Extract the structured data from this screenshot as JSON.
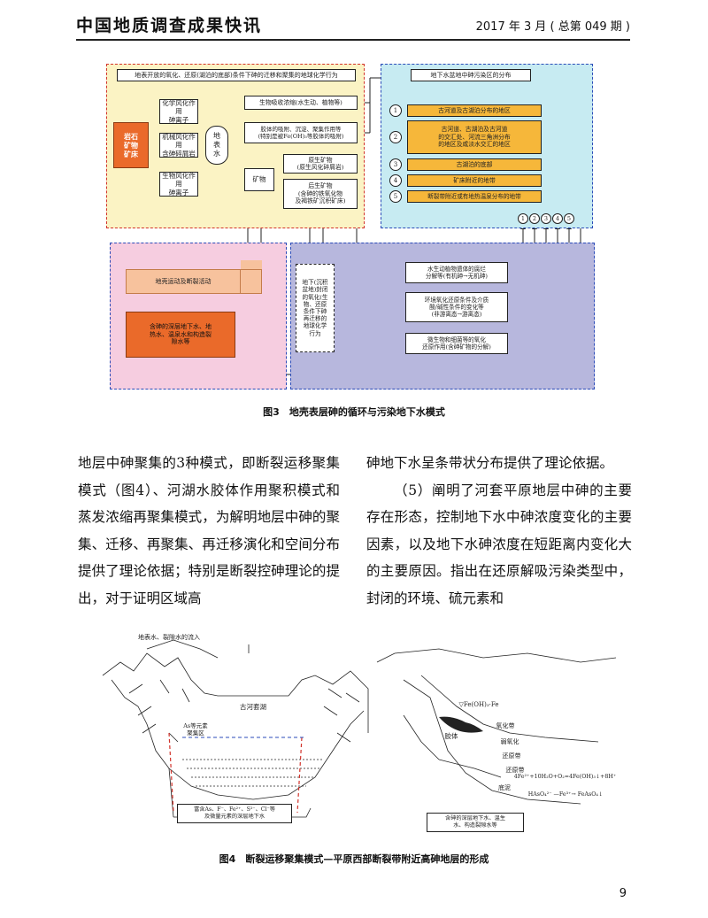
{
  "header": {
    "title": "中国地质调查成果快讯",
    "issue": "2017 年 3 月 ( 总第 049 期 )"
  },
  "figure3": {
    "caption": "图3　地壳表层砷的循环与污染地下水模式",
    "top_left_title": "地表开放的氧化、还原(湖泊的底部)条件下砷的迁移和聚集的地球化学行为",
    "source_box": "岩石\n矿物\n矿床",
    "weathering": [
      {
        "process": "化学风化作用",
        "product": "砷离子"
      },
      {
        "process": "机械风化作用",
        "product": "含砷碎屑岩"
      },
      {
        "process": "生物风化作用",
        "product": "砷离子"
      }
    ],
    "surface_water": "地\n表\n水",
    "uptake": "生物吸收浓缩(水生动、植物等)",
    "adsorption": "胶体的吸附、沉淀、聚集作用等\n(特别是被Fe(OH)₃等胶体的吸附)",
    "mineral": "矿物",
    "primary_mineral": "原生矿物\n(原生风化碎屑岩)",
    "secondary_mineral": "后生矿物\n(含砷的铁氧化物\n及褐铁矿沉积矿床)",
    "distribution_title": "地下水盆地中砷污染区的分布",
    "distribution_items": [
      {
        "num": "1",
        "text": "古河道及古湖泊分布的地区"
      },
      {
        "num": "2",
        "text": "古河道、古湖泊及古河道\n的交汇处、河流三角洲分布\n的地区及咸淡水交汇的地区"
      },
      {
        "num": "3",
        "text": "古湖泊的底部"
      },
      {
        "num": "4",
        "text": "矿床附近的地带"
      },
      {
        "num": "5",
        "text": "断裂带附近或有地热温泉分布的地带"
      }
    ],
    "circled_nums": [
      "1",
      "2",
      "3",
      "4",
      "5"
    ],
    "crust_motion": "地壳运动及断裂活动",
    "deep_water": "含砷的深层地下水、地\n热水、温泉水和构造裂\n隙水等",
    "basin_note": "地下(沉积\n盆地)封闭\n的氧化(生\n物、还原\n条件下砷\n再迁移的\n地球化学\n行为",
    "processes": [
      "水生动植物遗体的腐烂\n分解等(有机砷→无机砷)",
      "环境氧化还原条件及介质\n酸/碱性条件的变化等\n(非游离态→游离态)",
      "微生物和细菌等的氧化\n还原作用(含砷矿物的分解)"
    ],
    "colors": {
      "yellow_bg": "#fbf3c4",
      "cyan_bg": "#c7ebf2",
      "pink_bg": "#f6cde0",
      "purple_bg": "#b7b7dd",
      "orange_box": "#ea6a2a",
      "amber_box": "#f6b73a",
      "peach_box": "#f7c29d"
    }
  },
  "body_left": [
    "地层中砷聚集的3种模式，即断裂运移聚集模式（图4）、河湖水胶体作用聚积模式和蒸发浓缩再聚集模式，为解明地层中砷的聚集、迁移、再聚集、再迁移演化和空间分布提供了理论依据；特别是断裂控砷理论的提出，对于证明区域高"
  ],
  "body_right": [
    "砷地下水呈条带状分布提供了理论依据。",
    "（5）阐明了河套平原地层中砷的主要存在形态，控制地下水中砷浓度变化的主要因素，以及地下水砷浓度在短距离内变化大的主要原因。指出在还原解吸污染类型中，封闭的环境、硫元素和"
  ],
  "figure4": {
    "caption": "图4　断裂运移聚集模式—平原西部断裂带附近高砷地层的形成",
    "left_labels": {
      "inflow": "地表水、裂隙水的流入",
      "lake": "古河套湖",
      "as_area": "As等元素\n聚集区",
      "deep_note": "富含As、F⁻、Fe²⁺、S²⁻、Cl⁻等\n及微量元素的深层地下水"
    },
    "right_labels": {
      "fe_label": "▽Fe(OH)₃·Fe",
      "colloid": "胶体",
      "zones": [
        "氧化带",
        "弱氧化",
        "还原带",
        "还原带"
      ],
      "reaction1": "4Fe²⁺+10H₂O+O₂=4Fe(OH)₃↓+8H⁺",
      "reaction2": "HAsO₄²⁻ —Fe³⁺→ FeAsO₄↓",
      "bottom": "底泥",
      "deep_note": "含砷的深层地下水、温生\n水、构造裂隙水等"
    }
  },
  "page_number": "9"
}
